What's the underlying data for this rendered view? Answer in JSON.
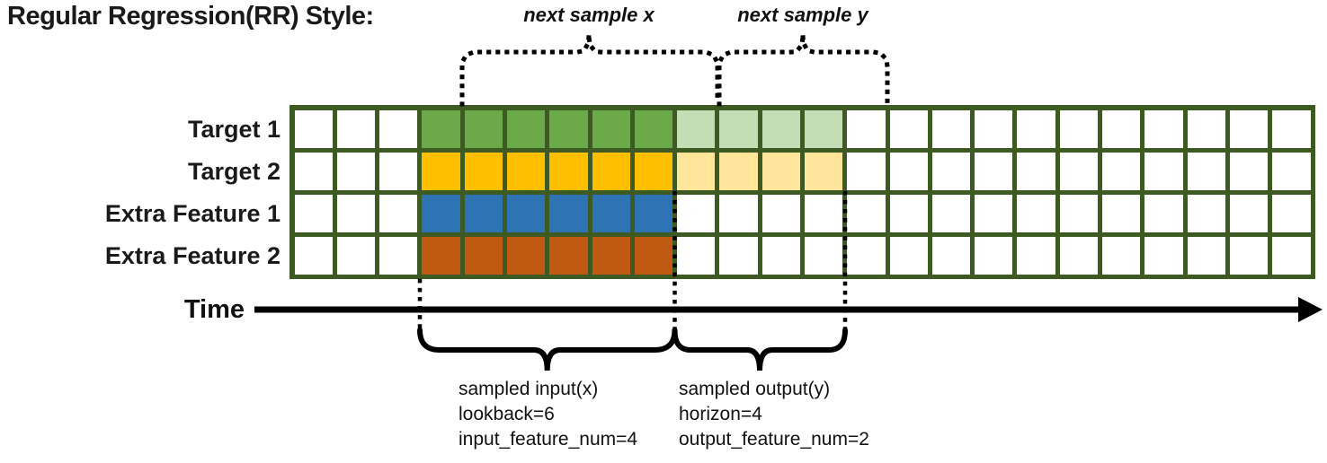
{
  "title": "Regular Regression(RR) Style:",
  "top_annotations": {
    "next_sample_x_label": "next sample x",
    "next_sample_y_label": "next sample y"
  },
  "time_axis": {
    "label": "Time"
  },
  "grid": {
    "total_columns": 24,
    "border_color": "#3C5A22",
    "empty_cell_color": "#FFFFFF",
    "input_start_column": 4,
    "input_end_column": 9,
    "output_start_column": 10,
    "output_end_column": 13,
    "rows": [
      {
        "label": "Target 1",
        "input_color": "#6CA94A",
        "output_color": "#C5DDB4"
      },
      {
        "label": "Target 2",
        "input_color": "#FDBF00",
        "output_color": "#FFE599"
      },
      {
        "label": "Extra Feature 1",
        "input_color": "#2E73B3",
        "output_color": "#FFFFFF"
      },
      {
        "label": "Extra Feature 2",
        "input_color": "#C05A12",
        "output_color": "#FFFFFF"
      }
    ]
  },
  "bottom_annotations": {
    "input_block": [
      "sampled input(x)",
      "lookback=6",
      "input_feature_num=4"
    ],
    "output_block": [
      "sampled output(y)",
      "horizon=4",
      "output_feature_num=2"
    ]
  },
  "annotation_color": "#000000"
}
